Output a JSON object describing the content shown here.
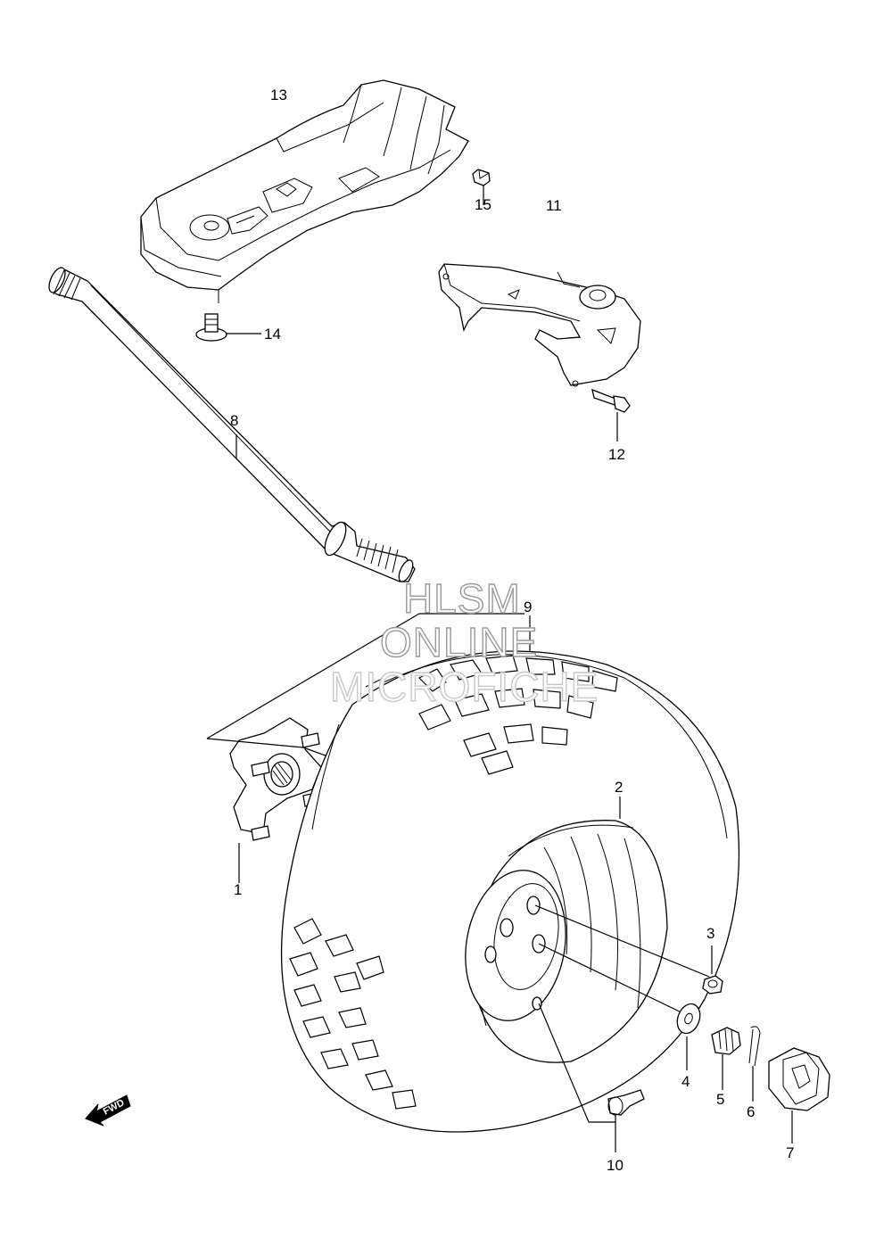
{
  "watermark": {
    "line1": "HLSM",
    "line2": "ONLINE",
    "line3": "MICROFICHE"
  },
  "fwd_label": "FWD",
  "part_labels": {
    "p1": "1",
    "p2": "2",
    "p3": "3",
    "p4": "4",
    "p5": "5",
    "p6": "6",
    "p7": "7",
    "p8": "8",
    "p9": "9",
    "p10": "10",
    "p11": "11",
    "p12": "12",
    "p13": "13",
    "p14": "14",
    "p15": "15"
  }
}
